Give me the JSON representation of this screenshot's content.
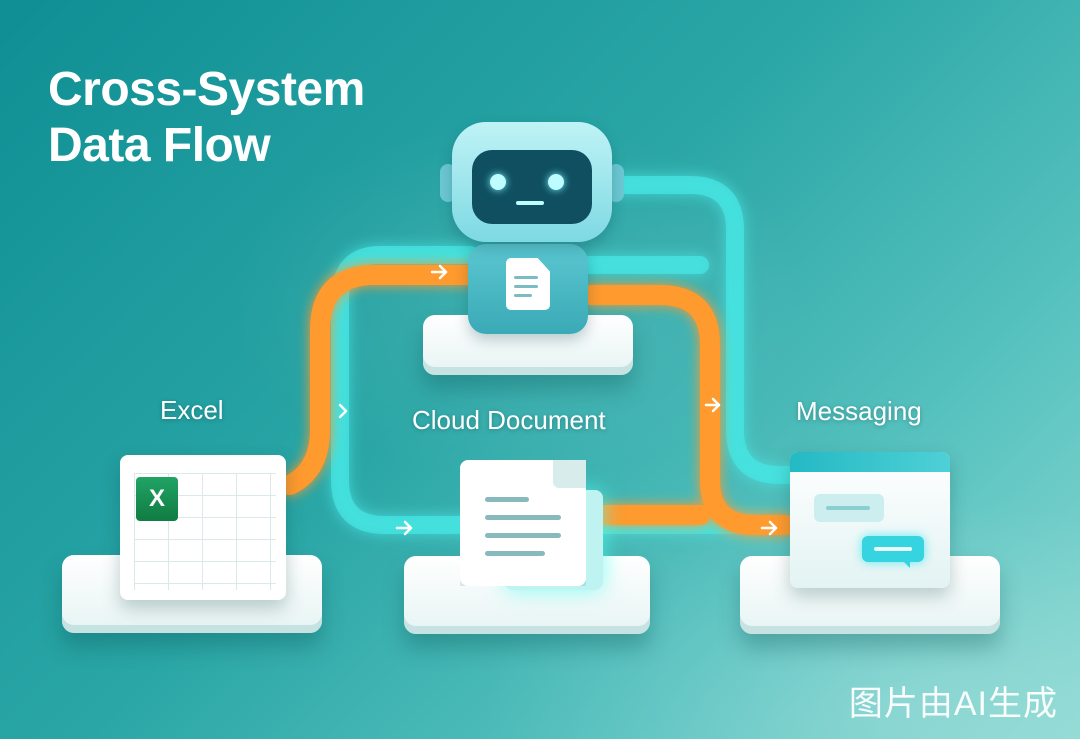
{
  "title": {
    "line1": "Cross-System",
    "line2": "Data Flow"
  },
  "nodes": {
    "excel": {
      "label": "Excel",
      "badge": "X"
    },
    "cloud_document": {
      "label": "Cloud Document"
    },
    "messaging": {
      "label": "Messaging"
    }
  },
  "watermark": "图片由AI生成",
  "colors": {
    "background_start": "#0f8f94",
    "background_end": "#8ad8d2",
    "orange_flow": "#ff9a2e",
    "teal_flow": "#45e6e3",
    "excel_green": "#107c41",
    "robot_face": "#0f4f60"
  },
  "icons": [
    "robot-icon",
    "document-icon",
    "spreadsheet-icon",
    "chat-window-icon",
    "arrow-right-icon"
  ]
}
